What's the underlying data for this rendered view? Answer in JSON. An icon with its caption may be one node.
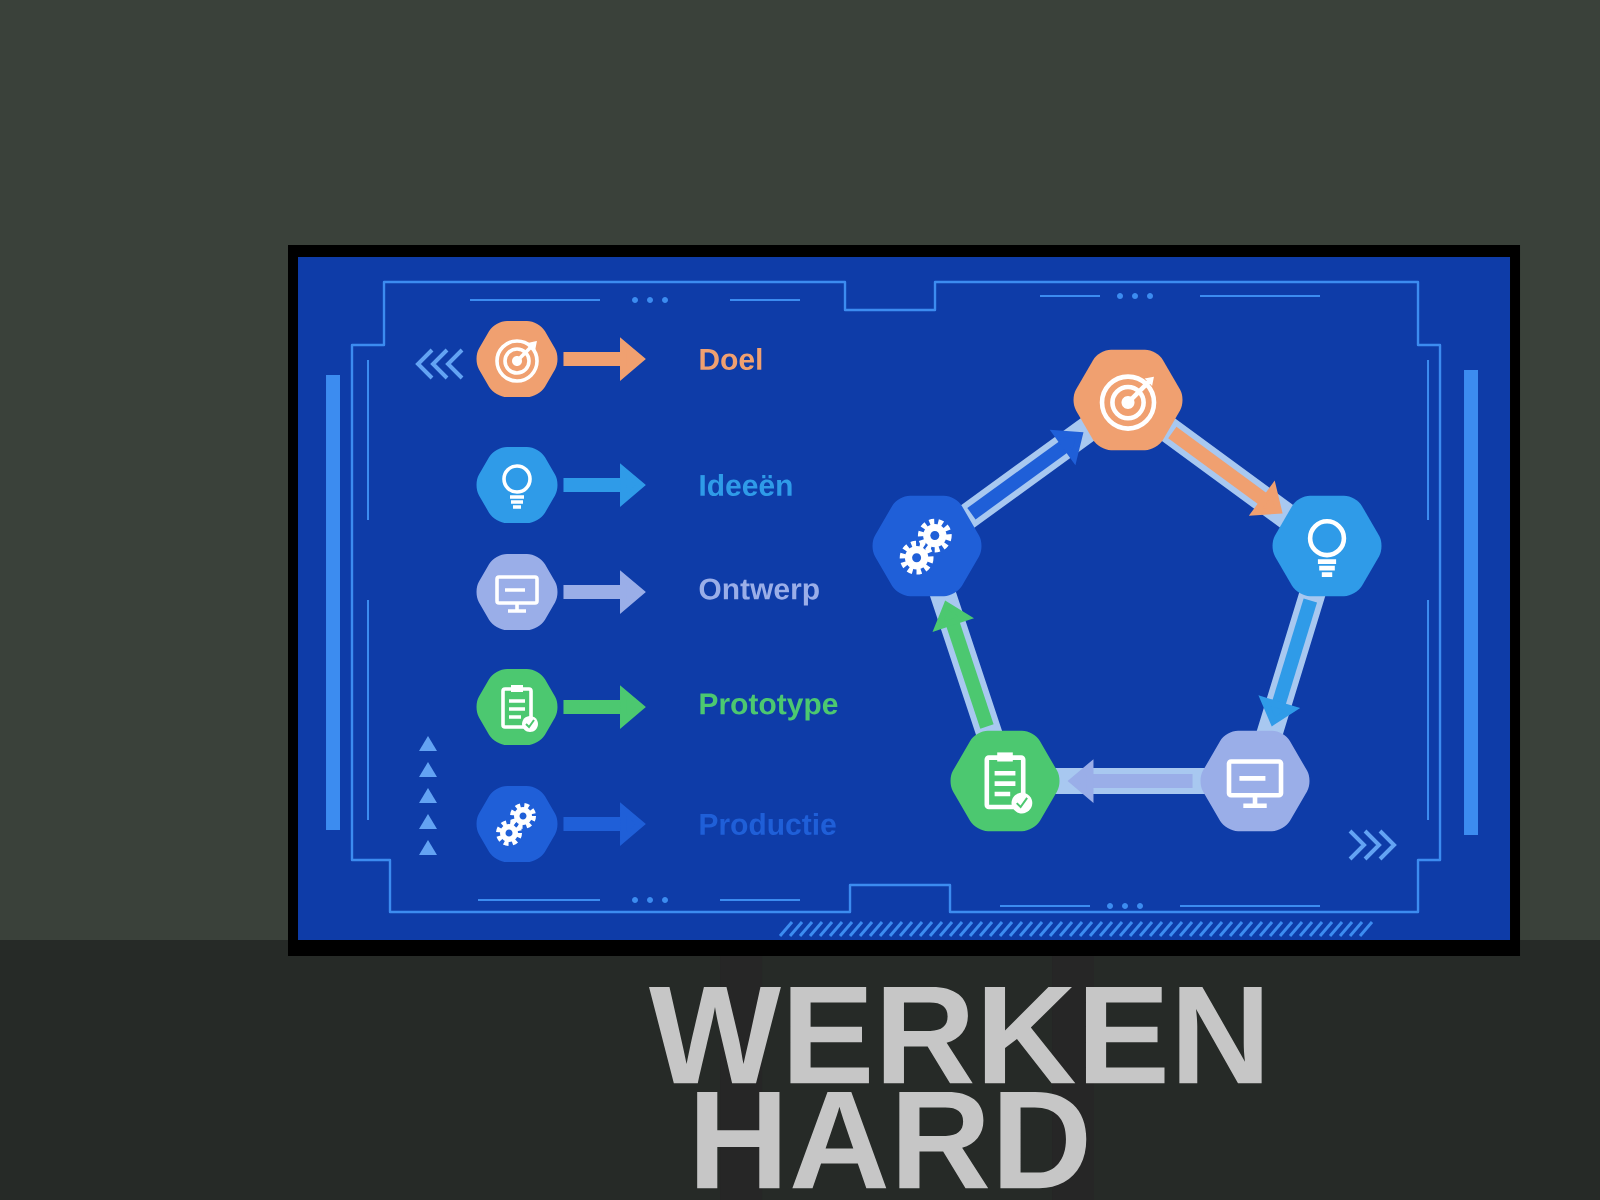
{
  "diagram": {
    "nodes": [
      {
        "text": [],
        "shape": "picture"
      },
      {
        "text": [
          "Doel"
        ]
      },
      {
        "text": [],
        "shape": "picture"
      },
      {
        "text": [
          "Ideeën"
        ]
      },
      {
        "text": [],
        "shape": "picture"
      },
      {
        "text": [
          "Ontwerp"
        ]
      },
      {
        "text": [],
        "shape": "picture"
      },
      {
        "text": [
          "Prototype"
        ]
      },
      {
        "text": [],
        "shape": "picture"
      },
      {
        "text": [
          "Productie"
        ]
      },
      {
        "text": [],
        "shape": "picture"
      },
      {
        "text": [],
        "shape": "picture"
      },
      {
        "text": [],
        "shape": "picture"
      },
      {
        "text": [],
        "shape": "picture"
      },
      {
        "text": [],
        "shape": "picture"
      }
    ],
    "edges": [
      {
        "from": 0,
        "to": 1,
        "arrow": "to",
        "color": "#f0a070"
      },
      {
        "from": 2,
        "to": 3,
        "arrow": "to",
        "color": "#2f9be8"
      },
      {
        "from": 4,
        "to": 5,
        "arrow": "to",
        "color": "#9aaee8"
      },
      {
        "from": 6,
        "to": 7,
        "arrow": "to",
        "color": "#4cc870"
      },
      {
        "from": 8,
        "to": 9,
        "arrow": "to",
        "color": "#1f5fd8"
      },
      {
        "from": 10,
        "to": 11,
        "arrow": "to",
        "color": "#f0a070"
      },
      {
        "from": 11,
        "to": 12,
        "arrow": "to",
        "color": "#2f9be8"
      },
      {
        "from": 12,
        "to": 13,
        "arrow": "to",
        "color": "#9aaee8"
      },
      {
        "from": 13,
        "to": 14,
        "arrow": "to",
        "color": "#4cc870"
      },
      {
        "from": 14,
        "to": 10,
        "arrow": "to",
        "color": "#1f5fd8"
      }
    ],
    "labels": [
      "WERKEN",
      "HARD"
    ]
  }
}
